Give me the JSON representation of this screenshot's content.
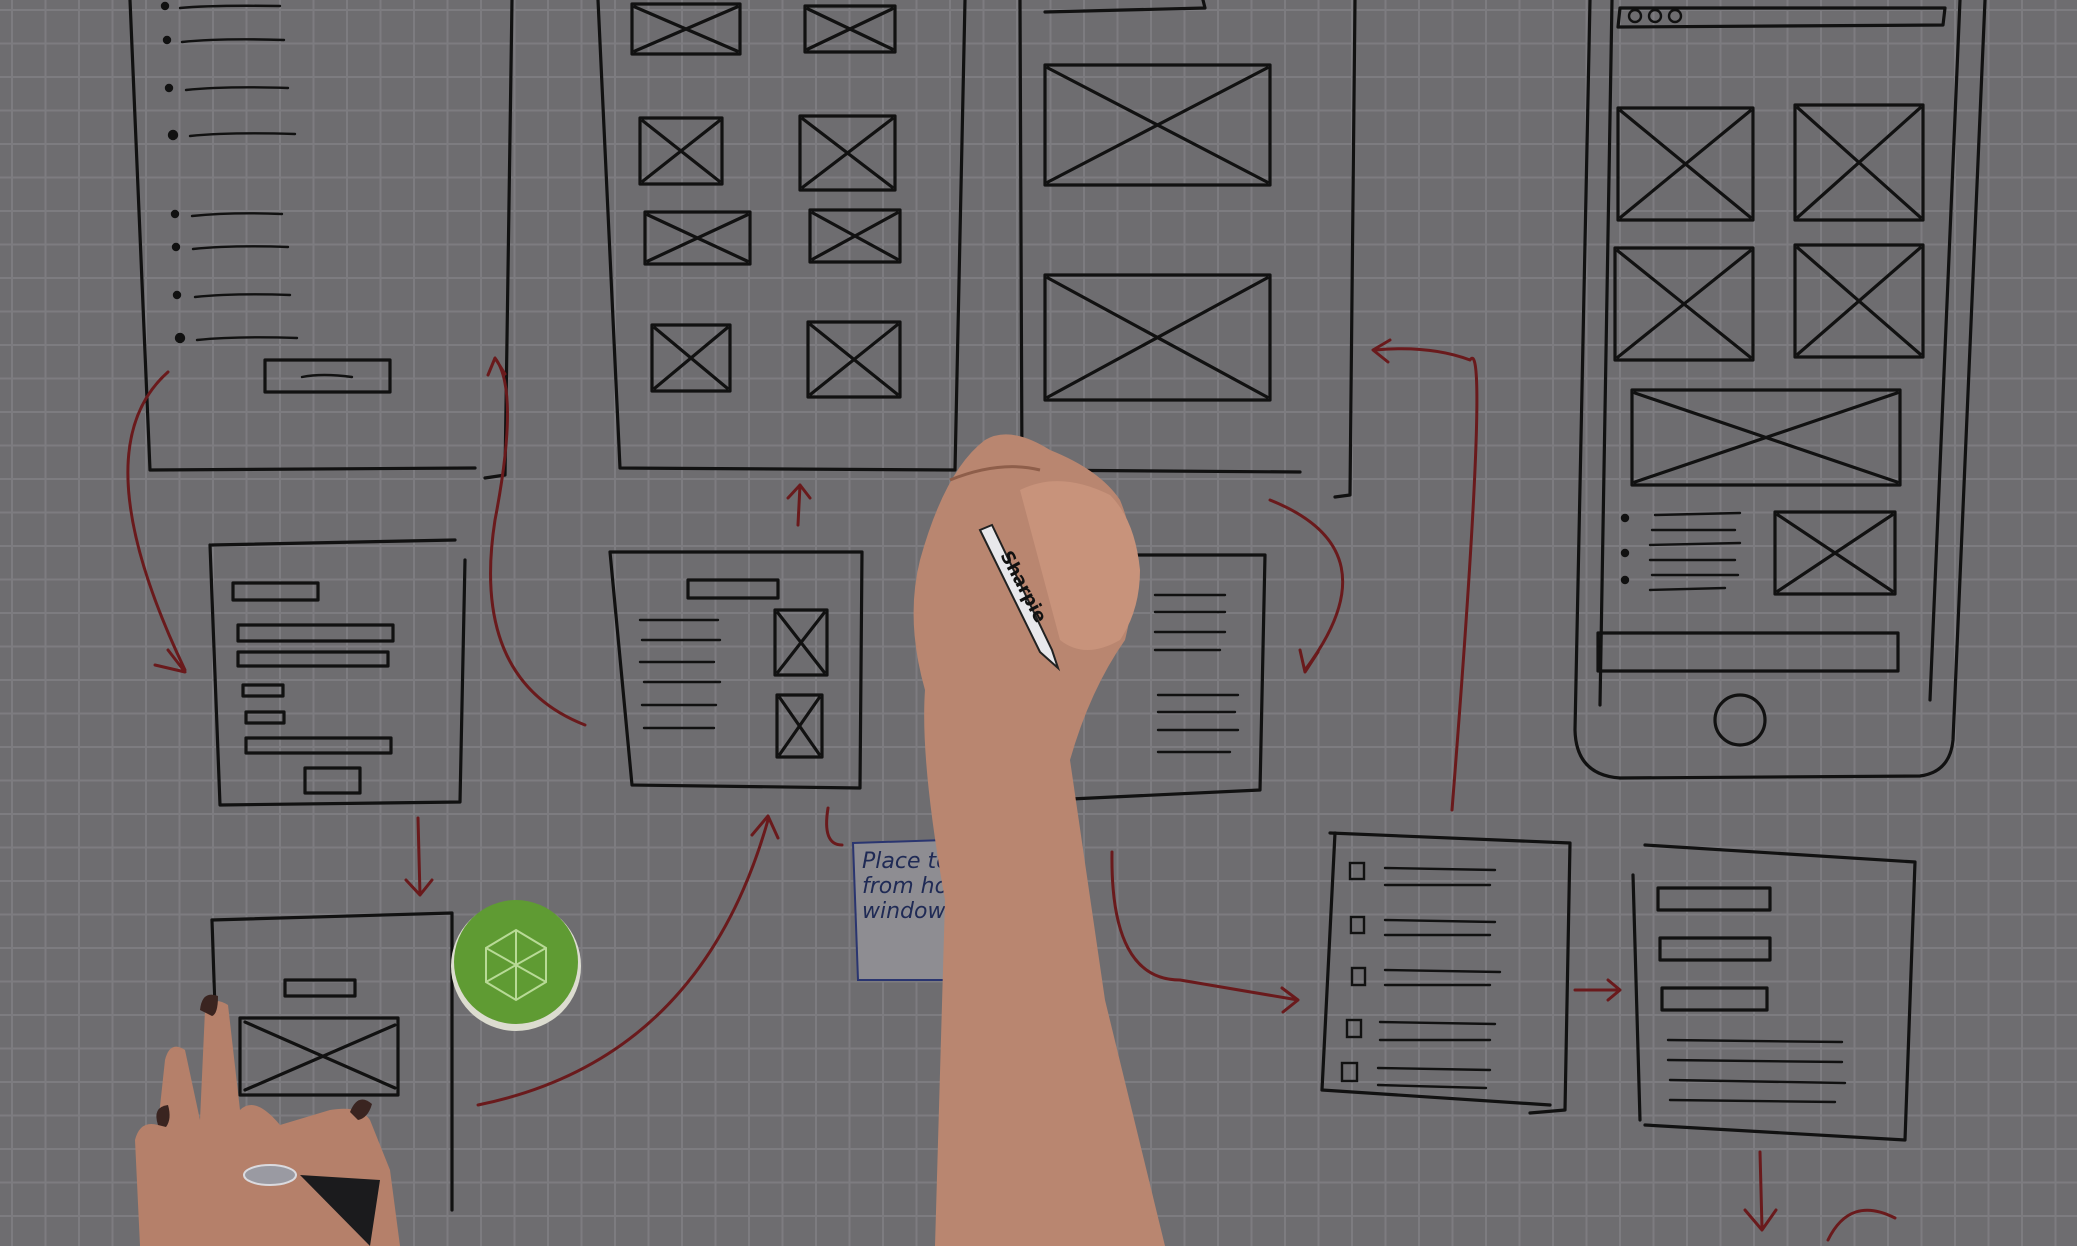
{
  "scene": {
    "description_hidden": "",
    "background_color": "#6e6d70",
    "ink_color": "#111111",
    "arrow_color": "#6a1a1c",
    "skin_color": "#c79078",
    "sticker_color": "#6aa43a"
  },
  "sticky_note": {
    "line1": "Place to l",
    "line2": "from hon",
    "line3": "window"
  },
  "marker": {
    "brand": "Sharpie"
  }
}
